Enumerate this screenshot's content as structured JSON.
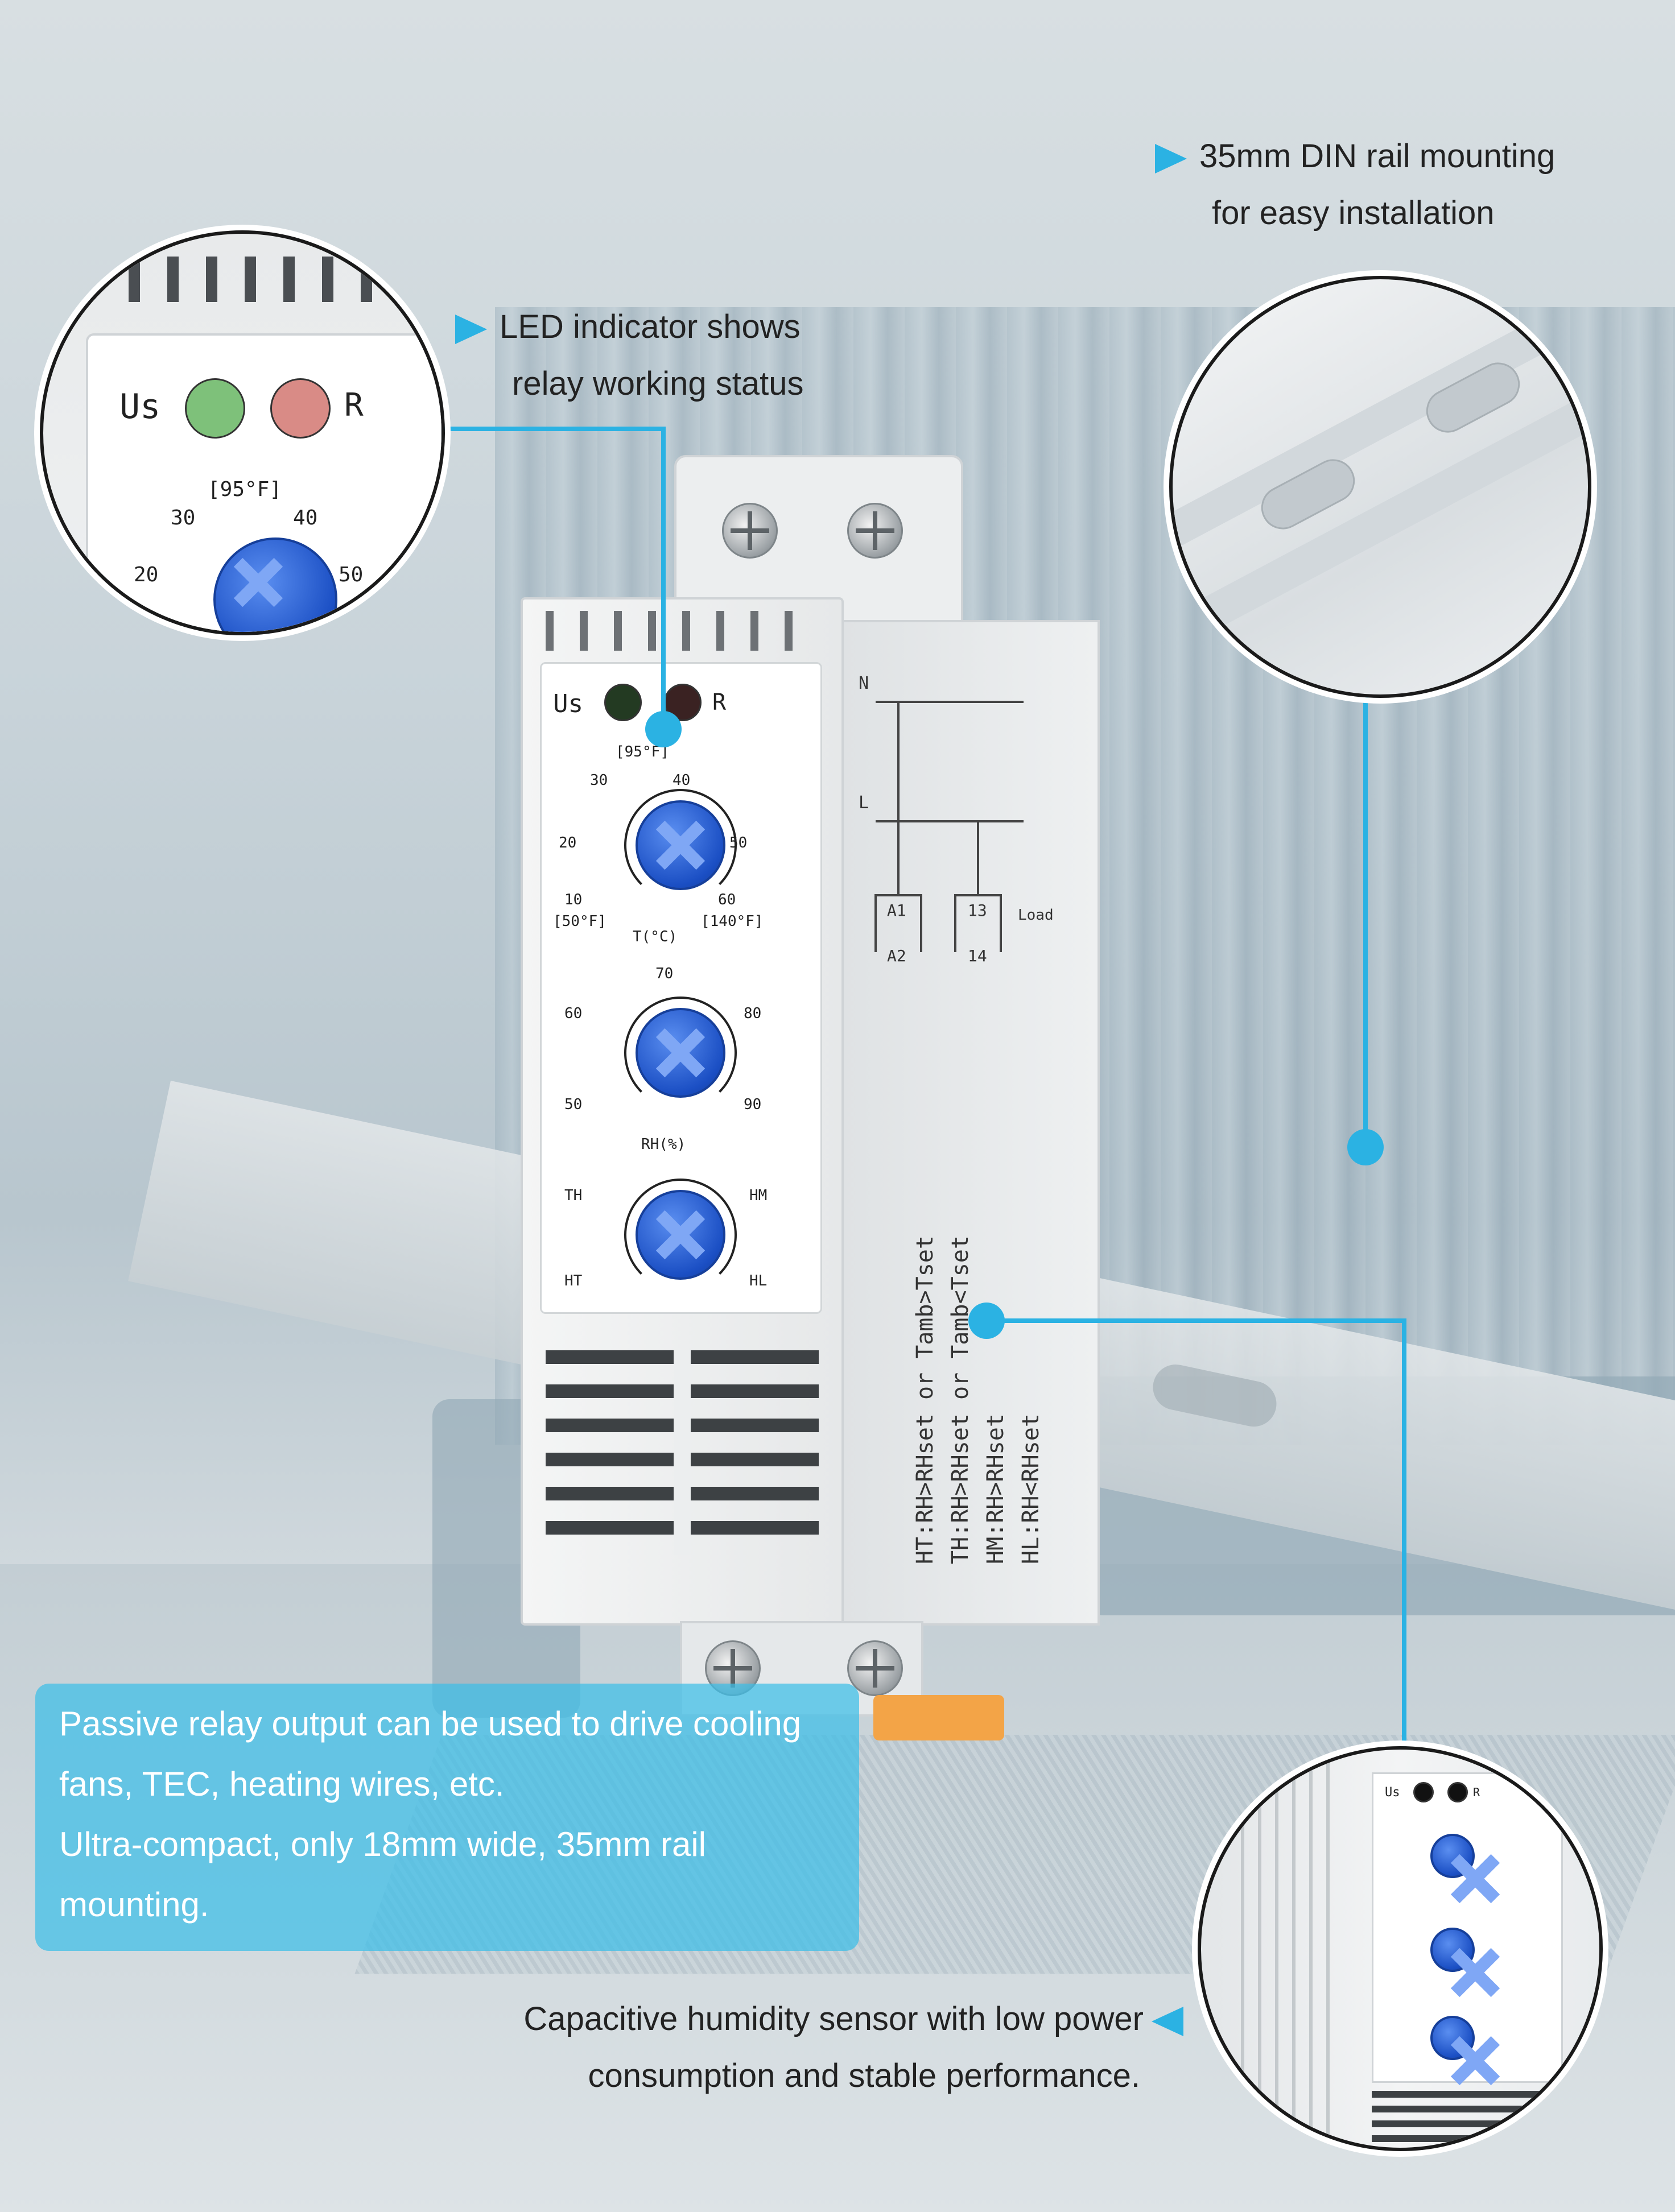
{
  "colors": {
    "accent": "#2bb2e3",
    "knob": "#1b4fc4",
    "info_box": "#3cbee8"
  },
  "callouts": {
    "led": {
      "line1": "LED indicator shows",
      "line2": "relay working status"
    },
    "din": {
      "line1": "35mm DIN rail mounting",
      "line2": "for easy installation"
    },
    "sensor": {
      "line1": "Capacitive humidity sensor with low power",
      "line2": "consumption and stable performance."
    }
  },
  "info_box": {
    "line1": "Passive relay output can be used to drive cooling",
    "line2": "fans, TEC, heating wires, etc.",
    "line3": "Ultra-compact, only 18mm wide, 35mm rail",
    "line4": "mounting."
  },
  "device": {
    "led_us": "Us",
    "led_r": "R",
    "temp_scale": {
      "f_top": "[95°F]",
      "s30": "30",
      "s40": "40",
      "s20": "20",
      "s50": "50",
      "s10": "10",
      "s60": "60",
      "f_low": "[50°F]",
      "f_high": "[140°F]",
      "unit": "T(°C)"
    },
    "rh_scale": {
      "s70": "70",
      "s60": "60",
      "s80": "80",
      "s50": "50",
      "s90": "90",
      "unit": "RH(%)"
    },
    "mode_scale": {
      "th": "TH",
      "hm": "HM",
      "ht": "HT",
      "hl": "HL"
    },
    "side_text": {
      "l1": "HT:RH>RHset or Tamb>Tset",
      "l2": "TH:RH>RHset or Tamb<Tset",
      "l3": "HM:RH>RHset",
      "l4": "HL:RH<RHset"
    },
    "wiring": {
      "n": "N",
      "l": "L",
      "a1": "A1",
      "a2": "A2",
      "t13": "13",
      "t14": "14",
      "load": "Load"
    }
  }
}
